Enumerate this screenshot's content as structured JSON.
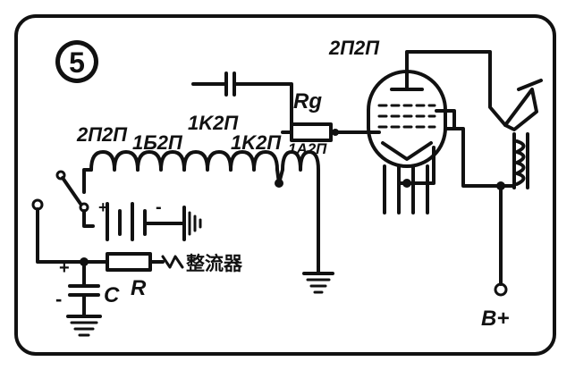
{
  "figure_number": "5",
  "tube_label": "2Π2Π",
  "filaments": [
    "2Π2Π",
    "1Б2Π",
    "1K2Π",
    "1K2Π",
    "1A2Π"
  ],
  "grid_resistor_label": "Rg",
  "capacitor_label": "C",
  "resistor_label": "R",
  "rectifier_label": "整流器",
  "supply_label": "B+",
  "plus_sign": "+",
  "minus_sign": "-"
}
